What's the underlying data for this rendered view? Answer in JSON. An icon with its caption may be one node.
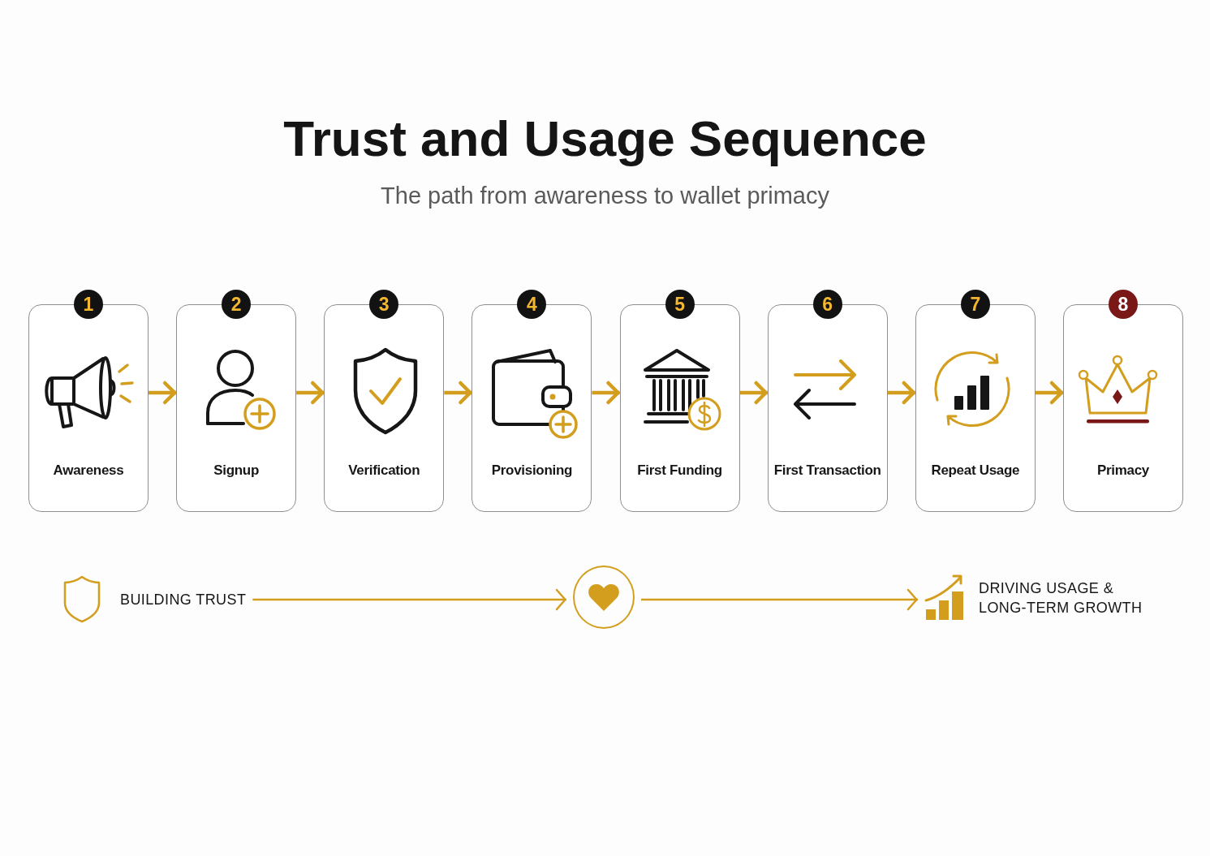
{
  "diagram": {
    "title": "Trust and Usage Sequence",
    "nodes": [
      {
        "text": [
          "1",
          "Awareness"
        ]
      },
      {
        "text": [
          "2",
          "Signup"
        ]
      },
      {
        "text": [
          "3",
          "Verification"
        ]
      },
      {
        "text": [
          "4",
          "Provisioning"
        ]
      },
      {
        "text": [
          "5",
          "First Funding"
        ]
      },
      {
        "text": [
          "6",
          "First Transaction"
        ]
      },
      {
        "text": [
          "7",
          "Repeat Usage"
        ]
      },
      {
        "text": [
          "8",
          "Primacy"
        ]
      },
      {
        "text": [
          "BUILDING TRUST"
        ]
      },
      {
        "text": [],
        "shape": "circle"
      },
      {
        "text": [
          "DRIVING USAGE & LONG-TERM GROWTH"
        ]
      }
    ],
    "edges": [
      {
        "from": 0,
        "to": 1,
        "arrow": "to"
      },
      {
        "from": 1,
        "to": 2,
        "arrow": "to"
      },
      {
        "from": 2,
        "to": 3,
        "arrow": "to"
      },
      {
        "from": 3,
        "to": 4,
        "arrow": "to"
      },
      {
        "from": 4,
        "to": 5,
        "arrow": "to"
      },
      {
        "from": 5,
        "to": 6,
        "arrow": "to"
      },
      {
        "from": 6,
        "to": 7,
        "arrow": "to"
      },
      {
        "from": 8,
        "to": 9,
        "arrow": "to"
      },
      {
        "from": 9,
        "to": 10,
        "arrow": "to"
      }
    ],
    "labels": [
      "The path from awareness to wallet primacy"
    ]
  }
}
